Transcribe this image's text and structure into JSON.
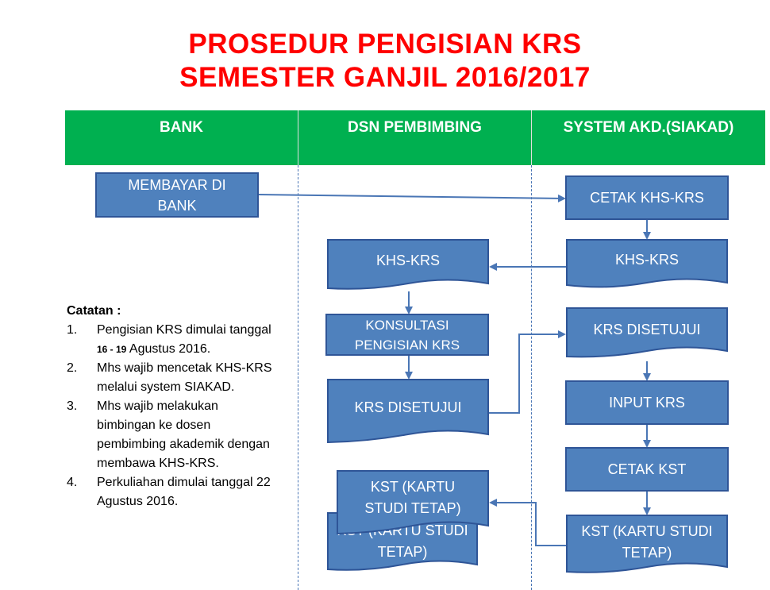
{
  "title": {
    "line1": "PROSEDUR PENGISIAN KRS",
    "line2": "SEMESTER GANJIL 2016/2017"
  },
  "lanes": {
    "bank": "BANK",
    "dosen": "DSN PEMBIMBING",
    "system": "SYSTEM AKD.(SIAKAD)"
  },
  "bank": {
    "pay": "MEMBAYAR DI BANK"
  },
  "dosen": {
    "khs_krs": "KHS-KRS",
    "konsultasi": "KONSULTASI PENGISIAN KRS",
    "krs_disetujui": "KRS DISETUJUI",
    "kst_front": "KST (KARTU STUDI TETAP)",
    "kst_back": "KST (KARTU STUDI TETAP)"
  },
  "system": {
    "cetak_khs_krs": "CETAK KHS-KRS",
    "khs_krs": "KHS-KRS",
    "krs_disetujui": "KRS DISETUJUI",
    "input_krs": "INPUT KRS",
    "cetak_kst": "CETAK KST",
    "kst": "KST (KARTU STUDI TETAP)"
  },
  "notes": {
    "heading": "Catatan :",
    "item1_pre": "Pengisian KRS dimulai tanggal",
    "item1_dates": "16 - 19",
    "item1_post": "Agustus 2016.",
    "item2": "Mhs wajib mencetak KHS-KRS melalui system SIAKAD.",
    "item3": "Mhs wajib melakukan bimbingan ke dosen pembimbing akademik dengan membawa KHS-KRS.",
    "item4": "Perkuliahan dimulai tanggal 22 Agustus 2016.",
    "n1": "1.",
    "n2": "2.",
    "n3": "3.",
    "n4": "4."
  },
  "colors": {
    "title": "#ff0000",
    "header": "#00b050",
    "box": "#4f81bd",
    "border": "#2f5597",
    "arrow": "#4a76b5"
  }
}
